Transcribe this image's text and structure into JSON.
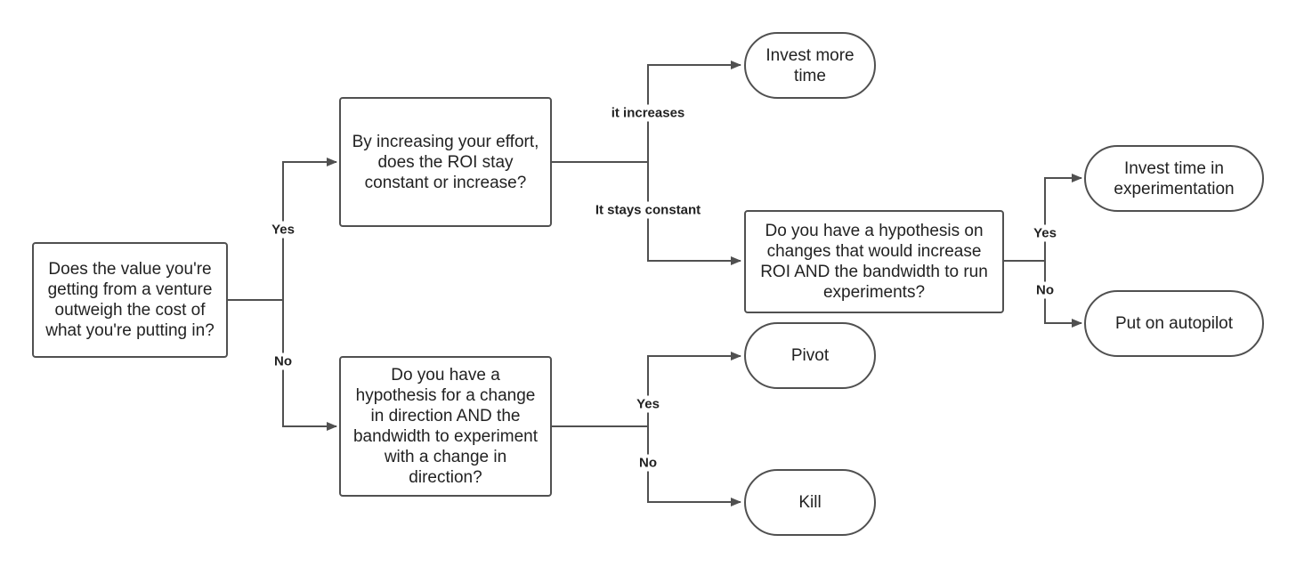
{
  "nodes": {
    "root": "Does the value you're getting from a venture outweigh the cost of what you're putting in?",
    "effort": "By increasing your effort, does the ROI stay constant or increase?",
    "direction": "Do you have a hypothesis for a change in direction AND the bandwidth to experiment with a change in direction?",
    "roi_hypothesis": "Do you have a hypothesis on changes that would increase ROI AND the bandwidth to run experiments?",
    "invest_more": "Invest more time",
    "invest_experiment": "Invest time in experimentation",
    "autopilot": "Put on autopilot",
    "pivot": "Pivot",
    "kill": "Kill"
  },
  "edges": {
    "root_yes": "Yes",
    "root_no": "No",
    "increases": "it increases",
    "constant": "It stays constant",
    "roi_yes": "Yes",
    "roi_no": "No",
    "dir_yes": "Yes",
    "dir_no": "No"
  },
  "colors": {
    "stroke": "#505050",
    "text": "#222222",
    "background": "#ffffff"
  }
}
